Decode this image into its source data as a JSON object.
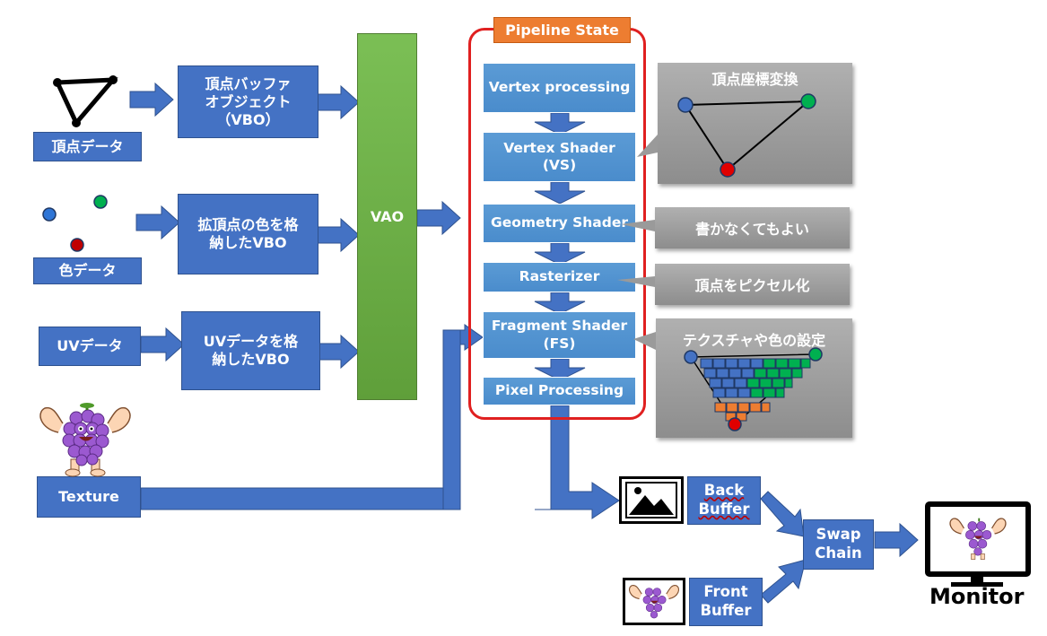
{
  "inputs": {
    "vertex_data": "頂点データ",
    "color_data": "色データ",
    "uv_data": "UVデータ",
    "texture": "Texture"
  },
  "buffers": {
    "vbo": "頂点バッファ\nオブジェクト\n（VBO）",
    "color_vbo": "拡頂点の色を格\n納したVBO",
    "uv_vbo": "UVデータを格\n納したVBO"
  },
  "vao": "VAO",
  "pipeline": {
    "title": "Pipeline State",
    "stages": [
      "Vertex processing",
      "Vertex Shader\n(VS)",
      "Geometry Shader",
      "Rasterizer",
      "Fragment Shader\n(FS)",
      "Pixel Processing"
    ]
  },
  "callouts": {
    "transform": "頂点座標変換",
    "optional": "書かなくてもよい",
    "pixelize": "頂点をピクセル化",
    "texture_color": "テクスチャや色の設定"
  },
  "output": {
    "back_buffer": "Back\nBuffer",
    "front_buffer": "Front\nBuffer",
    "swap_chain": "Swap\nChain",
    "monitor": "Monitor"
  },
  "colors": {
    "box_blue": "#4472c4",
    "vao_green": "#70ad47",
    "pipeline_border": "#e02020",
    "title_orange": "#ed7d31",
    "point_blue": "#4472c4",
    "point_green": "#00b050",
    "point_red": "#e00000"
  }
}
